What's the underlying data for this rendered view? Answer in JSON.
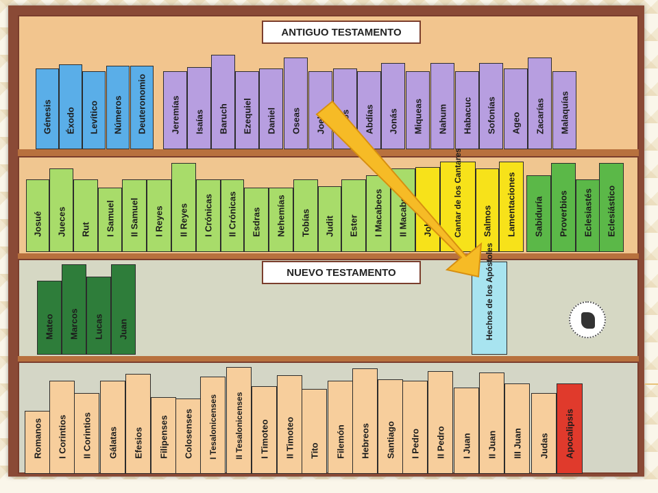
{
  "headers": {
    "old_testament": "ANTIGUO TESTAMENTO",
    "new_testament": "NUEVO TESTAMENTO"
  },
  "colors": {
    "pentateuch": "#5aaee8",
    "prophets": "#b79ee0",
    "history": "#a8dc6a",
    "poetry": "#f7e21a",
    "wisdom": "#5bb848",
    "gospels": "#2e7d3a",
    "acts": "#a8e4f0",
    "epistles": "#f7ce9c",
    "revelation": "#e03a2c",
    "shelf_old_top": "#f2c58e",
    "shelf_old_bottom": "#f0c690",
    "shelf_new_top": "#d6d8c4",
    "shelf_new_bottom": "#d4d6c6",
    "arrow": "#f6bb26"
  },
  "shelf1": {
    "pentateuch": [
      "Génesis",
      "Éxodo",
      "Levítico",
      "Números",
      "Deuteronomio"
    ],
    "prophets": [
      "Jeremías",
      "Isaías",
      "Baruch",
      "Ezequiel",
      "Daniel",
      "Oseas",
      "Joel",
      "Amós",
      "Abdías",
      "Jonás",
      "Miqueas",
      "Nahum",
      "Habacuc",
      "Sofonías",
      "Ageo",
      "Zacarías",
      "Malaquías"
    ]
  },
  "shelf2": {
    "history": [
      "Josué",
      "Jueces",
      "Rut",
      "I Samuel",
      "II Samuel",
      "I Reyes",
      "II Reyes",
      "I Crónicas",
      "II Crónicas",
      "Esdras",
      "Nehemías",
      "Tobías",
      "Judit",
      "Ester",
      "I Macabeos",
      "II Macabeos"
    ],
    "poetry": [
      "Job",
      "Cantar de los Cantares",
      "Salmos",
      "Lamentaciones"
    ],
    "wisdom": [
      "Sabiduría",
      "Proverbios",
      "Eclesiastés",
      "Eclesiástico"
    ]
  },
  "shelf3": {
    "gospels": [
      "Mateo",
      "Marcos",
      "Lucas",
      "Juan"
    ],
    "acts": "Hechos de los Apóstoles"
  },
  "shelf4": {
    "epistles": [
      "Romanos",
      "I Corintios",
      "II Corintios",
      "Gálatas",
      "Efesios",
      "Filipenses",
      "Colosenses",
      "I Tesalonicenses",
      "II Tesalonicenses",
      "I Timoteo",
      "II Timoteo",
      "Tito",
      "Filemón",
      "Hebreos",
      "Santiago",
      "I Pedro",
      "II Pedro",
      "I Juan",
      "II Juan",
      "III Juan",
      "Judas"
    ],
    "revelation": "Apocalipsis"
  },
  "seal_icon": "seal-emblem-icon"
}
